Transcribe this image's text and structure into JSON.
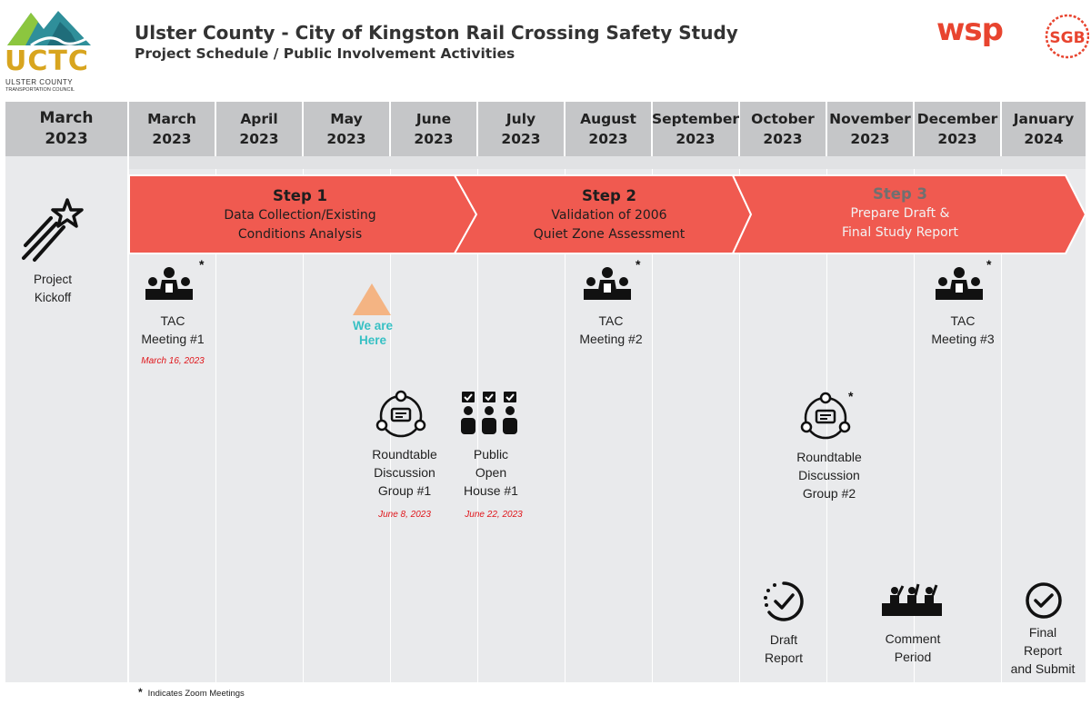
{
  "header": {
    "title": "Ulster County - City of Kingston Rail Crossing Safety Study",
    "subtitle": "Project Schedule / Public Involvement Activities",
    "logo_left": {
      "word": "UCTC",
      "line1": "ULSTER COUNTY",
      "line2": "TRANSPORTATION COUNCIL"
    },
    "logo_right": {
      "word": "wsp",
      "badge": "SGB"
    }
  },
  "left_column": {
    "month": "March",
    "year": "2023",
    "kickoff_icon": "shooting-star-icon",
    "kickoff_line1": "Project",
    "kickoff_line2": "Kickoff"
  },
  "months": [
    {
      "month": "March",
      "year": "2023"
    },
    {
      "month": "April",
      "year": "2023"
    },
    {
      "month": "May",
      "year": "2023"
    },
    {
      "month": "June",
      "year": "2023"
    },
    {
      "month": "July",
      "year": "2023"
    },
    {
      "month": "August",
      "year": "2023"
    },
    {
      "month": "September",
      "year": "2023"
    },
    {
      "month": "October",
      "year": "2023"
    },
    {
      "month": "November",
      "year": "2023"
    },
    {
      "month": "December",
      "year": "2023"
    },
    {
      "month": "January",
      "year": "2024"
    }
  ],
  "steps": [
    {
      "title": "Step 1",
      "line1": "Data Collection/Existing",
      "line2": "Conditions Analysis"
    },
    {
      "title": "Step 2",
      "line1": "Validation of 2006",
      "line2": "Quiet Zone Assessment"
    },
    {
      "title": "Step 3",
      "line1": "Prepare Draft  &",
      "line2": "Final Study Report"
    }
  ],
  "marker": {
    "line1": "We are",
    "line2": "Here",
    "color": "#f4b483"
  },
  "activities": {
    "tac1": {
      "line1": "TAC",
      "line2": "Meeting #1",
      "date": "March 16, 2023",
      "zoom": "*"
    },
    "tac2": {
      "line1": "TAC",
      "line2": "Meeting #2",
      "zoom": "*"
    },
    "tac3": {
      "line1": "TAC",
      "line2": "Meeting #3",
      "zoom": "*"
    },
    "rt1": {
      "line1": "Roundtable",
      "line2": "Discussion",
      "line3": "Group #1",
      "date": "June 8, 2023"
    },
    "ph1": {
      "line1": "Public",
      "line2": "Open",
      "line3": "House #1",
      "date": "June 22, 2023"
    },
    "rt2": {
      "line1": "Roundtable",
      "line2": "Discussion",
      "line3": "Group #2",
      "zoom": "*"
    },
    "draft": {
      "line1": "Draft",
      "line2": "Report"
    },
    "comment": {
      "line1": "Comment",
      "line2": "Period"
    },
    "final": {
      "line1": "Final",
      "line2": "Report",
      "line3": "and Submit"
    }
  },
  "footnote": {
    "symbol": "*",
    "text": "Indicates Zoom Meetings"
  },
  "colors": {
    "banner": "#f05a50",
    "header_gray": "#c5c6c8",
    "body_gray": "#e9eaec",
    "date_red": "#e0161b",
    "marker_text": "#37c0c4"
  }
}
